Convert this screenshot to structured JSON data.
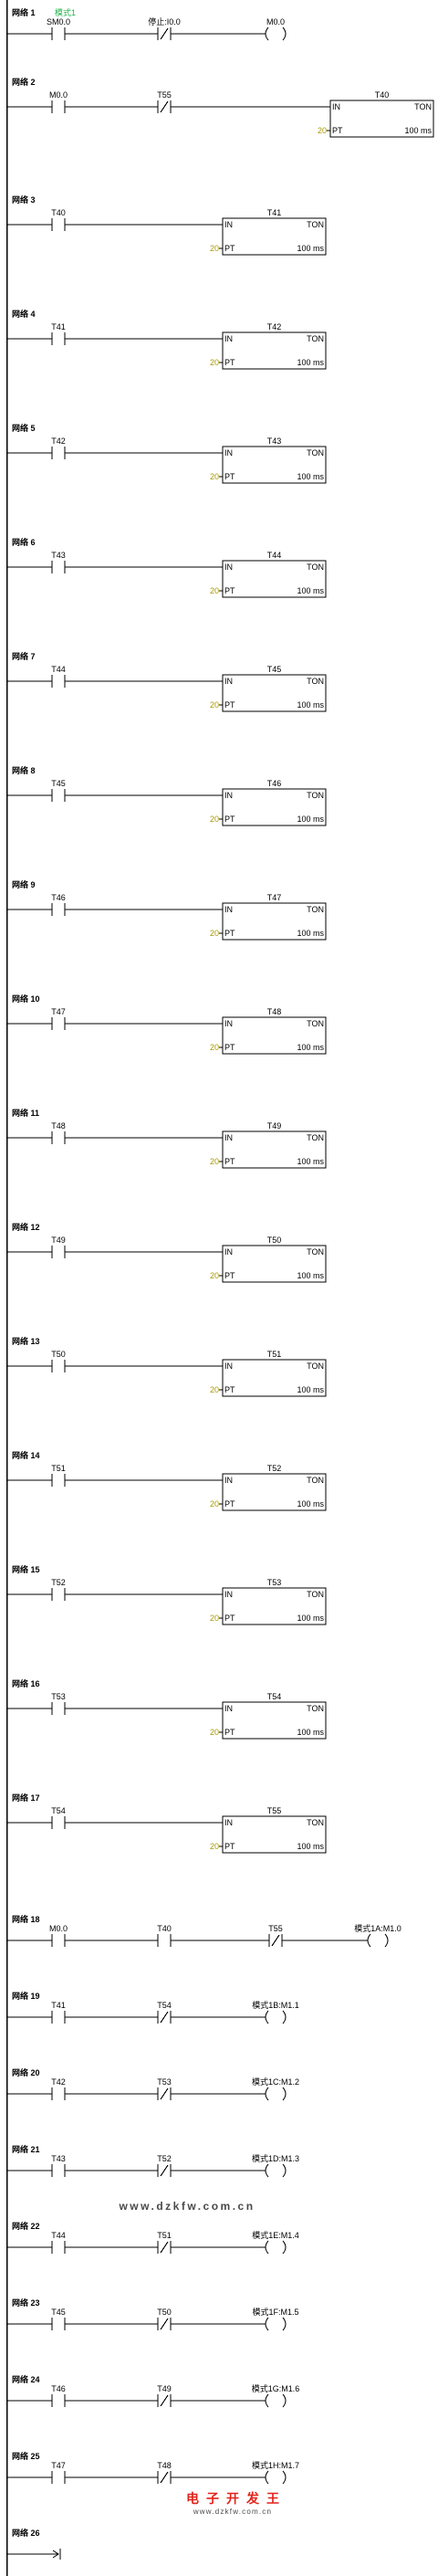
{
  "colors": {
    "background": "#ffffff",
    "line": "#000000",
    "text": "#000000",
    "comment": "#22b14c",
    "constant": "#a89a00",
    "watermark": "#4a4a4a",
    "logo": "#e2231a"
  },
  "networks": [
    {
      "label": "网络 1",
      "comment": "模式1",
      "contacts": [
        {
          "operand": "SM0.0",
          "negated": false
        },
        {
          "operand": "停止:I0.0",
          "negated": true
        }
      ],
      "coil": {
        "operand": "M0.0"
      }
    },
    {
      "label": "网络 2",
      "contacts": [
        {
          "operand": "M0.0",
          "negated": false
        },
        {
          "operand": "T55",
          "negated": true
        }
      ],
      "timer": {
        "name": "T40",
        "box_type": "TON",
        "in_label": "IN",
        "pt_label": "PT",
        "preset": "20",
        "timebase": "100 ms"
      }
    },
    {
      "label": "网络 3",
      "contacts": [
        {
          "operand": "T40",
          "negated": false
        }
      ],
      "timer": {
        "name": "T41",
        "box_type": "TON",
        "in_label": "IN",
        "pt_label": "PT",
        "preset": "20",
        "timebase": "100 ms"
      }
    },
    {
      "label": "网络 4",
      "contacts": [
        {
          "operand": "T41",
          "negated": false
        }
      ],
      "timer": {
        "name": "T42",
        "box_type": "TON",
        "in_label": "IN",
        "pt_label": "PT",
        "preset": "20",
        "timebase": "100 ms"
      }
    },
    {
      "label": "网络 5",
      "contacts": [
        {
          "operand": "T42",
          "negated": false
        }
      ],
      "timer": {
        "name": "T43",
        "box_type": "TON",
        "in_label": "IN",
        "pt_label": "PT",
        "preset": "20",
        "timebase": "100 ms"
      }
    },
    {
      "label": "网络 6",
      "contacts": [
        {
          "operand": "T43",
          "negated": false
        }
      ],
      "timer": {
        "name": "T44",
        "box_type": "TON",
        "in_label": "IN",
        "pt_label": "PT",
        "preset": "20",
        "timebase": "100 ms"
      }
    },
    {
      "label": "网络 7",
      "contacts": [
        {
          "operand": "T44",
          "negated": false
        }
      ],
      "timer": {
        "name": "T45",
        "box_type": "TON",
        "in_label": "IN",
        "pt_label": "PT",
        "preset": "20",
        "timebase": "100 ms"
      }
    },
    {
      "label": "网络 8",
      "contacts": [
        {
          "operand": "T45",
          "negated": false
        }
      ],
      "timer": {
        "name": "T46",
        "box_type": "TON",
        "in_label": "IN",
        "pt_label": "PT",
        "preset": "20",
        "timebase": "100 ms"
      }
    },
    {
      "label": "网络 9",
      "contacts": [
        {
          "operand": "T46",
          "negated": false
        }
      ],
      "timer": {
        "name": "T47",
        "box_type": "TON",
        "in_label": "IN",
        "pt_label": "PT",
        "preset": "20",
        "timebase": "100 ms"
      }
    },
    {
      "label": "网络 10",
      "contacts": [
        {
          "operand": "T47",
          "negated": false
        }
      ],
      "timer": {
        "name": "T48",
        "box_type": "TON",
        "in_label": "IN",
        "pt_label": "PT",
        "preset": "20",
        "timebase": "100 ms"
      }
    },
    {
      "label": "网络 11",
      "contacts": [
        {
          "operand": "T48",
          "negated": false
        }
      ],
      "timer": {
        "name": "T49",
        "box_type": "TON",
        "in_label": "IN",
        "pt_label": "PT",
        "preset": "20",
        "timebase": "100 ms"
      }
    },
    {
      "label": "网络 12",
      "contacts": [
        {
          "operand": "T49",
          "negated": false
        }
      ],
      "timer": {
        "name": "T50",
        "box_type": "TON",
        "in_label": "IN",
        "pt_label": "PT",
        "preset": "20",
        "timebase": "100 ms"
      }
    },
    {
      "label": "网络 13",
      "contacts": [
        {
          "operand": "T50",
          "negated": false
        }
      ],
      "timer": {
        "name": "T51",
        "box_type": "TON",
        "in_label": "IN",
        "pt_label": "PT",
        "preset": "20",
        "timebase": "100 ms"
      }
    },
    {
      "label": "网络 14",
      "contacts": [
        {
          "operand": "T51",
          "negated": false
        }
      ],
      "timer": {
        "name": "T52",
        "box_type": "TON",
        "in_label": "IN",
        "pt_label": "PT",
        "preset": "20",
        "timebase": "100 ms"
      }
    },
    {
      "label": "网络 15",
      "contacts": [
        {
          "operand": "T52",
          "negated": false
        }
      ],
      "timer": {
        "name": "T53",
        "box_type": "TON",
        "in_label": "IN",
        "pt_label": "PT",
        "preset": "20",
        "timebase": "100 ms"
      }
    },
    {
      "label": "网络 16",
      "contacts": [
        {
          "operand": "T53",
          "negated": false
        }
      ],
      "timer": {
        "name": "T54",
        "box_type": "TON",
        "in_label": "IN",
        "pt_label": "PT",
        "preset": "20",
        "timebase": "100 ms"
      }
    },
    {
      "label": "网络 17",
      "contacts": [
        {
          "operand": "T54",
          "negated": false
        }
      ],
      "timer": {
        "name": "T55",
        "box_type": "TON",
        "in_label": "IN",
        "pt_label": "PT",
        "preset": "20",
        "timebase": "100 ms"
      }
    },
    {
      "label": "网络 18",
      "contacts": [
        {
          "operand": "M0.0",
          "negated": false
        },
        {
          "operand": "T40",
          "negated": false
        },
        {
          "operand": "T55",
          "negated": true
        }
      ],
      "coil": {
        "operand": "模式1A:M1.0"
      }
    },
    {
      "label": "网络 19",
      "contacts": [
        {
          "operand": "T41",
          "negated": false
        },
        {
          "operand": "T54",
          "negated": true
        }
      ],
      "coil": {
        "operand": "模式1B:M1.1"
      }
    },
    {
      "label": "网络 20",
      "contacts": [
        {
          "operand": "T42",
          "negated": false
        },
        {
          "operand": "T53",
          "negated": true
        }
      ],
      "coil": {
        "operand": "模式1C:M1.2"
      }
    },
    {
      "label": "网络 21",
      "contacts": [
        {
          "operand": "T43",
          "negated": false
        },
        {
          "operand": "T52",
          "negated": true
        }
      ],
      "coil": {
        "operand": "模式1D:M1.3"
      }
    },
    {
      "label": "网络 22",
      "contacts": [
        {
          "operand": "T44",
          "negated": false
        },
        {
          "operand": "T51",
          "negated": true
        }
      ],
      "coil": {
        "operand": "模式1E:M1.4"
      }
    },
    {
      "label": "网络 23",
      "contacts": [
        {
          "operand": "T45",
          "negated": false
        },
        {
          "operand": "T50",
          "negated": true
        }
      ],
      "coil": {
        "operand": "模式1F:M1.5"
      }
    },
    {
      "label": "网络 24",
      "contacts": [
        {
          "operand": "T46",
          "negated": false
        },
        {
          "operand": "T49",
          "negated": true
        }
      ],
      "coil": {
        "operand": "模式1G:M1.6"
      }
    },
    {
      "label": "网络 25",
      "contacts": [
        {
          "operand": "T47",
          "negated": false
        },
        {
          "operand": "T48",
          "negated": true
        }
      ],
      "coil": {
        "operand": "模式1H:M1.7"
      }
    },
    {
      "label": "网络 26",
      "end": true
    }
  ],
  "watermarks": {
    "site_url": "www.dzkfw.com.cn",
    "logo_text": "电子开发王",
    "logo_url": "www.dzkfw.com.cn"
  }
}
